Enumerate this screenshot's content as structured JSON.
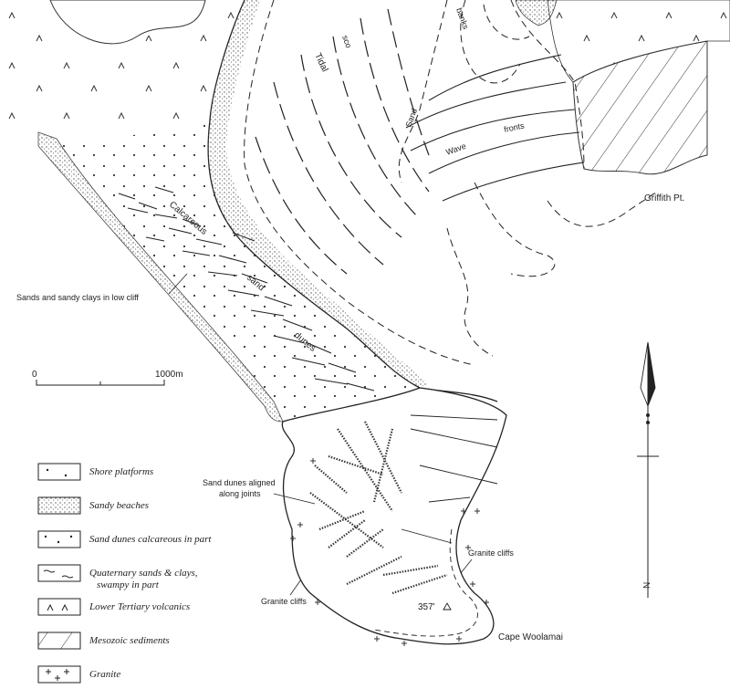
{
  "map_labels": {
    "tidal": "Tidal",
    "sco": "sco",
    "sand_banks_1": "Sand",
    "sand_banks_2": "banks",
    "wave": "Wave",
    "fronts": "fronts",
    "griffith": "Griffith Pt.",
    "calcareous": "Calcareous",
    "sand": "sand",
    "dunes": "dunes",
    "low_cliff": "Sands and sandy clays in low cliff",
    "dunes_joints_1": "Sand dunes aligned",
    "dunes_joints_2": "along joints",
    "granite_cliffs_right": "Granite cliffs",
    "granite_cliffs_left": "Granite cliffs",
    "height": "357'",
    "cape": "Cape Woolamai",
    "north": "N"
  },
  "scale_bar": {
    "start": "0",
    "end": "1000m"
  },
  "legend": [
    {
      "label": "Shore platforms",
      "pattern": "dots-sparse"
    },
    {
      "label": "Sandy beaches",
      "pattern": "stipple"
    },
    {
      "label": "Sand dunes calcareous in part",
      "pattern": "dots"
    },
    {
      "label": "Quaternary sands & clays,",
      "label2": "swampy in part",
      "pattern": "swamp"
    },
    {
      "label": "Lower Tertiary volcanics",
      "pattern": "carets"
    },
    {
      "label": "Mesozoic sediments",
      "pattern": "hatch"
    },
    {
      "label": "Granite",
      "pattern": "crosses"
    }
  ],
  "colors": {
    "ink": "#222222",
    "paper": "#ffffff"
  }
}
